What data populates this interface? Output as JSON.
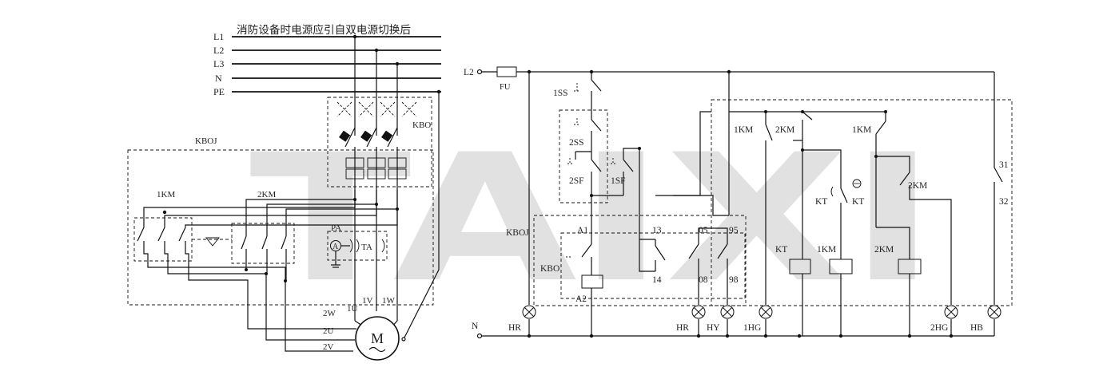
{
  "watermark": "TAIXI",
  "left": {
    "note": "消防设备时电源应引自双电源切换后",
    "buses": [
      "L1",
      "L2",
      "L3",
      "N",
      "PE"
    ],
    "kboj": "KBOJ",
    "kbo": "KBO",
    "km1": "1KM",
    "km2": "2KM",
    "pa": "PA",
    "ta": "TA",
    "ammeter": "A",
    "t1": [
      "1U",
      "1V",
      "1W"
    ],
    "t2": [
      "2W",
      "2U",
      "2V"
    ],
    "motor": "M"
  },
  "right": {
    "l2": "L2",
    "n": "N",
    "fu": "FU",
    "ss1": "1SS",
    "ss2": "2SS",
    "sf2": "2SF",
    "sf1": "1SF",
    "kboj": "KBOJ",
    "kbo": "KBO",
    "a1": "A1",
    "a2": "A2",
    "c13": "13",
    "c14": "14",
    "c05": "05",
    "c95": "95",
    "c08": "08",
    "c98": "98",
    "km1a": "1KM",
    "km2a": "2KM",
    "km1b": "1KM",
    "km2b": "2KM",
    "kt1": "KT",
    "kt2": "KT",
    "kt3": "KT",
    "kmc1": "1KM",
    "kmc2": "2KM",
    "c31": "31",
    "c32": "32",
    "lamps": [
      "HR",
      "HR",
      "HY",
      "1HG",
      "2HG",
      "HB"
    ]
  }
}
